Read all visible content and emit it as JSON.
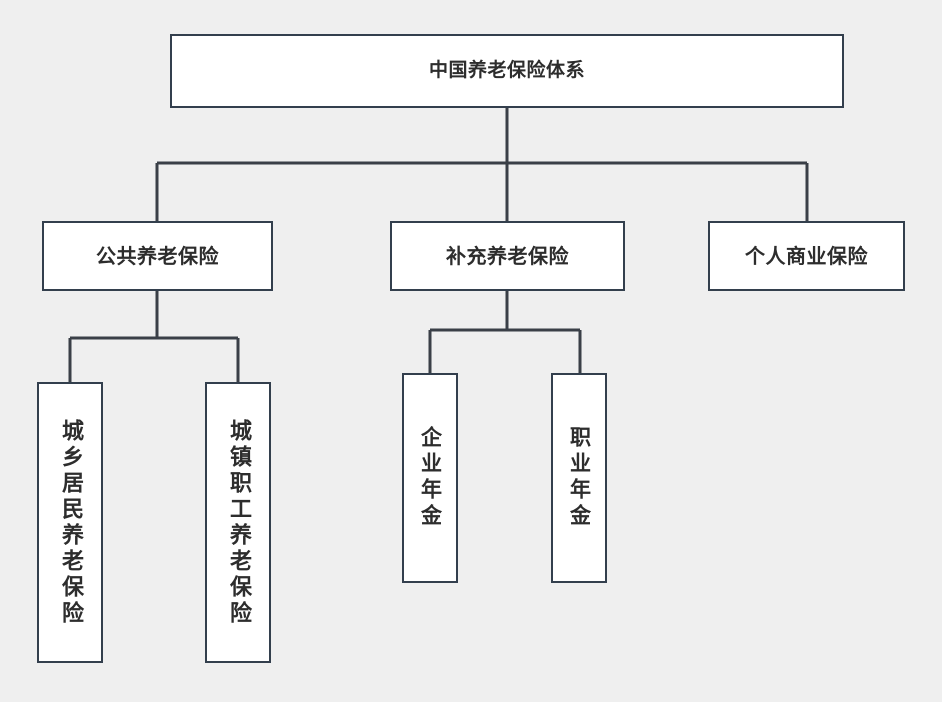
{
  "diagram": {
    "title": "中国养老保险体系",
    "orientation": "top-down-tree",
    "colors": {
      "background": "#efefef",
      "node_fill": "#ffffff",
      "node_border": "#333f4d",
      "connector": "#3a3f47",
      "text": "#2d2d2d"
    },
    "root": {
      "label": "中国养老保险体系"
    },
    "level2": [
      {
        "id": "public",
        "label": "公共养老保险"
      },
      {
        "id": "supplementary",
        "label": "补充养老保险"
      },
      {
        "id": "personal",
        "label": "个人商业保险"
      }
    ],
    "level3": [
      {
        "id": "urban-rural-residents",
        "parent": "public",
        "label": "城乡居民养老保险"
      },
      {
        "id": "urban-employees",
        "parent": "public",
        "label": "城镇职工养老保险"
      },
      {
        "id": "enterprise-annuity",
        "parent": "supplementary",
        "label": "企业年金"
      },
      {
        "id": "occupational-annuity",
        "parent": "supplementary",
        "label": "职业年金"
      }
    ]
  }
}
